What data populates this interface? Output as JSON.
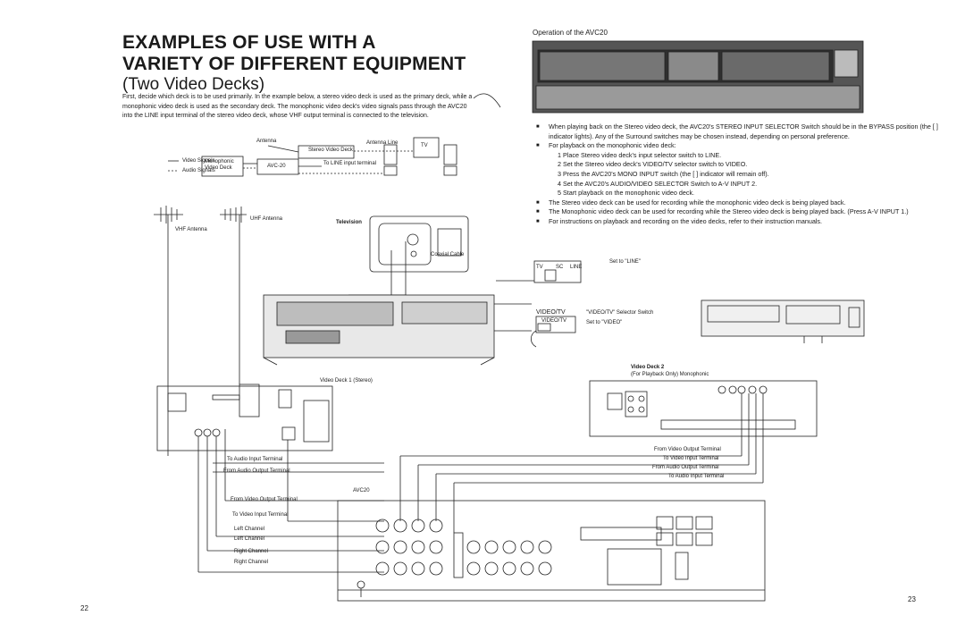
{
  "left": {
    "title_line1": "EXAMPLES OF USE WITH A",
    "title_line2": "VARIETY OF DIFFERENT EQUIPMENT",
    "subtitle": "(Two Video Decks)",
    "intro": "First, decide which deck is to be used primarily. In the example below, a stereo video deck is used as the primary deck, while a monophonic video deck is used as the secondary deck. The monophonic video deck's video signals pass through the AVC20 into the LINE input terminal of the stereo video deck, whose VHF output terminal is connected to the television.",
    "legend_video": "Video Signals",
    "legend_audio": "Audio Signals",
    "box_mono": "Monophonic Video Deck",
    "box_avc": "AVC-20",
    "antenna": "Antenna",
    "stereo_deck": "Stereo Video Deck",
    "antenna_line": "Antenna Line",
    "tv": "TV",
    "to_line": "To LINE input terminal",
    "vhf_antenna": "VHF Antenna",
    "uhf_antenna": "UHF Antenna",
    "television": "Television",
    "coaxial": "Coaxial Cable",
    "video_deck1": "Video Deck 1 (Stereo)",
    "to_audio_input": "To Audio Input Terminal",
    "from_audio_output": "From Audio Output Terminal",
    "avc20": "AVC20",
    "from_video_output": "From Video Output Terminal",
    "to_video_input": "To Video Input Terminal",
    "left_channel_1": "Left Channel",
    "left_channel_2": "Left Channel",
    "right_channel_1": "Right Channel",
    "right_channel_2": "Right Channel",
    "page_number": "22"
  },
  "right": {
    "operation_heading": "Operation of the AVC20",
    "items": [
      {
        "type": "b",
        "text": "When playing back on the Stereo video deck, the AVC20's STEREO INPUT SELECTOR Switch should be in the BYPASS position (the [ ] indicator lights). Any of the Surround switches may be chosen instead, depending on personal preference."
      },
      {
        "type": "b",
        "text": "For playback on the monophonic video deck:"
      },
      {
        "type": "n",
        "text": "1  Place Stereo video deck's input selector switch to LINE."
      },
      {
        "type": "n",
        "text": "2  Set the Stereo video deck's VIDEO/TV selector switch to VIDEO."
      },
      {
        "type": "n",
        "text": "3  Press the AVC20's MONO INPUT switch (the [ ] indicator will remain off)."
      },
      {
        "type": "n",
        "text": "4  Set the AVC20's AUDIO/VIDEO SELECTOR Switch to A-V INPUT 2."
      },
      {
        "type": "n",
        "text": "5  Start playback on the monophonic video deck."
      },
      {
        "type": "b",
        "text": "The Stereo video deck can be used for recording while the monophonic video deck is being played back."
      },
      {
        "type": "b",
        "text": "The Monophonic video deck can be used for recording while the Stereo video deck is being played back. (Press A-V INPUT 1.)"
      },
      {
        "type": "b",
        "text": "For instructions on playback and recording on the video decks, refer to their instruction manuals."
      }
    ],
    "set_to_line": "Set to \"LINE\"",
    "sw_tv": "TV",
    "sw_sc": "SC",
    "sw_line": "LINE",
    "video_tv": "VIDEO/TV",
    "video_tv_selector": "\"VIDEO/TV\" Selector Switch",
    "video_tv_box": "VIDEO/TV",
    "set_to_video": "Set to \"VIDEO\"",
    "video_deck2": "Video Deck 2",
    "video_deck2_sub": "(For Playback Only) Monophonic",
    "from_video_output": "From Video Output Terminal",
    "to_video_input": "To Video Input Terminal",
    "from_audio_output": "From Audio Output Terminal",
    "to_audio_input": "To Audio Input Terminal",
    "page_number": "23"
  }
}
